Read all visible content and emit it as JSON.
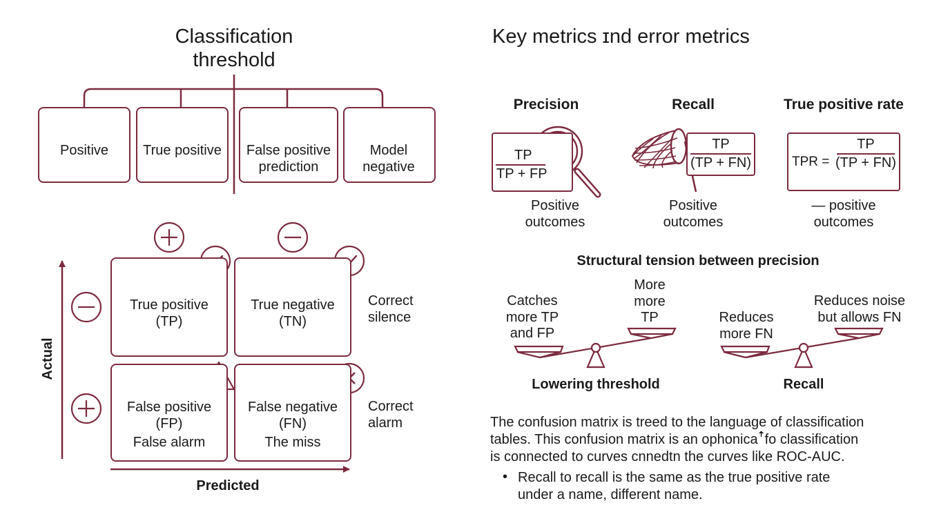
{
  "left": {
    "title_line1": "Classification",
    "title_line2": "threshold",
    "top_boxes": [
      {
        "icon": "plus-circle-icon",
        "line1": "Positive",
        "line2": ""
      },
      {
        "icon": "minus-circle-icon",
        "line1": "True positive",
        "line2": ""
      },
      {
        "icon": "warning-triangle-icon",
        "line1": "False positive",
        "line2": "prediction"
      },
      {
        "icon": "x-circle-icon",
        "line1": "Model",
        "line2": "negative"
      }
    ],
    "matrix": {
      "col_icons": [
        "plus-circle-icon",
        "minus-circle-icon"
      ],
      "row_icons": [
        "minus-circle-icon",
        "plus-circle-icon"
      ],
      "cells": [
        {
          "line1": "True positive",
          "line2": "(TP)",
          "line3": "",
          "icon": "plus-circle-icon",
          "corner_icon": "check-circle-icon"
        },
        {
          "line1": "True negative",
          "line2": "(TN)",
          "line3": "",
          "icon": "check-circle-icon",
          "corner_icon": "check-circle-icon"
        },
        {
          "line1": "False positive",
          "line2": "(FP)",
          "line3": "False alarm",
          "icon": "warning-triangle-icon",
          "corner_icon": "warning-triangle-icon"
        },
        {
          "line1": "False negative",
          "line2": "(FN)",
          "line3": "The miss",
          "icon": "x-circle-icon",
          "corner_icon": "x-circle-icon"
        }
      ],
      "side_labels": [
        {
          "line1": "Correct",
          "line2": "silence"
        },
        {
          "line1": "Correct",
          "line2": "alarm"
        }
      ],
      "y_axis_label": "Actual",
      "x_axis_label": "Predicted"
    }
  },
  "right": {
    "title": "Key metrics ɪnd error metrics",
    "metrics": [
      {
        "heading": "Precision",
        "numerator": "TP",
        "denominator": "TP + FP",
        "prefix": "",
        "icon": "magnifier-icon",
        "caption1": "Positive",
        "caption2": "outcomes"
      },
      {
        "heading": "Recall",
        "numerator": "TP",
        "denominator": "(TP + FN)",
        "prefix": "",
        "icon": "net-icon",
        "caption1": "Positive",
        "caption2": "outcomes"
      },
      {
        "heading": "True positive rate",
        "numerator": "TP",
        "denominator": "(TP + FN)",
        "prefix": "TPR =",
        "icon": "",
        "caption1": "— positive",
        "caption2": "outcomes"
      }
    ],
    "tension": {
      "heading": "Structural tension between precision",
      "left": {
        "label_left_1": "Catches",
        "label_left_2": "more TP",
        "label_left_3": "and  FP",
        "label_right_1": "More",
        "label_right_2": "more",
        "label_right_3": "TP",
        "caption": "Lowering threshold"
      },
      "right": {
        "label_left_1": "Reduces",
        "label_left_2": "more FN",
        "label_right_1": "Reduces noise",
        "label_right_2": "but allows FN",
        "caption": "Recall"
      }
    },
    "paragraph": {
      "line1": "The confusion matrix is treed to the language of classification",
      "line2": "tables. This confusion matrix is an ophonicaꜛfo classification",
      "line3": "is connected to curves cnnedtn the curves like ROC-AUC."
    },
    "bullet": {
      "line1": "Recall to recall is the same as the true positive rate",
      "line2": "under a name, different name."
    }
  },
  "colors": {
    "accent": "#7b2a3e",
    "text": "#1a1a1a",
    "background": "#ffffff"
  }
}
